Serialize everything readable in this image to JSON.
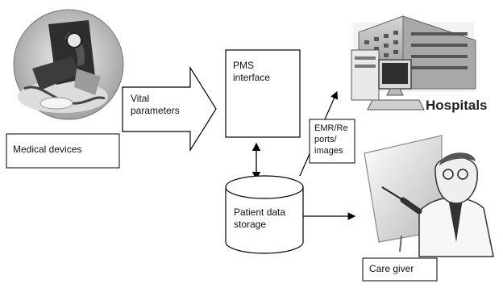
{
  "nodes": {
    "medical_devices": "Medical devices",
    "vital_parameters": [
      "Vital",
      "parameters"
    ],
    "pms_interface": [
      "PMS",
      "interface"
    ],
    "patient_storage": [
      "Patient data",
      "storage"
    ],
    "emr_reports": [
      "EMR/Re",
      "ports/",
      "images"
    ],
    "hospitals": "Hospitals",
    "care_giver": "Care giver"
  },
  "icons": {
    "devices": "medical-devices-photo",
    "hospital": "hospital-building-computer",
    "caregiver": "caregiver-doctor-clipart"
  },
  "colors": {
    "line": "#000000",
    "photo_dark": "#2e2e2e",
    "photo_light": "#bdbdbd"
  }
}
